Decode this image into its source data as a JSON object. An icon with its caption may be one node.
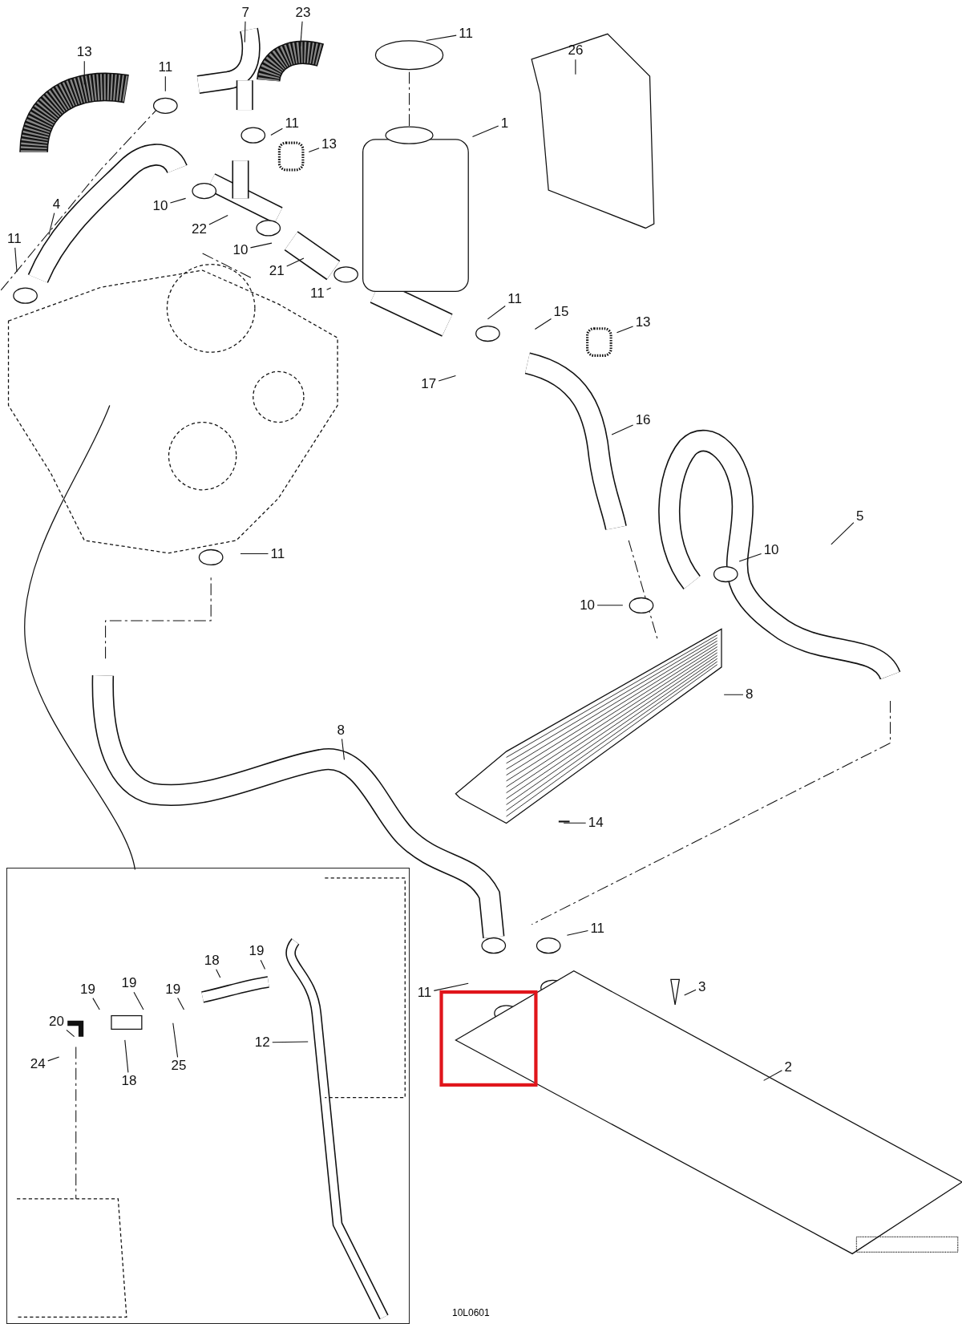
{
  "diagram": {
    "nodes": [
      {
        "text": [
          "7"
        ]
      },
      {
        "text": [
          "23"
        ]
      },
      {
        "text": [
          "11"
        ]
      },
      {
        "text": [
          "26"
        ]
      },
      {
        "text": [
          "13"
        ]
      },
      {
        "text": [
          "11"
        ]
      },
      {
        "text": [
          "1"
        ]
      },
      {
        "text": [
          "11"
        ]
      },
      {
        "text": [
          "13"
        ]
      },
      {
        "text": [
          "4"
        ]
      },
      {
        "text": [
          "10"
        ]
      },
      {
        "text": [
          "22"
        ]
      },
      {
        "text": [
          "11"
        ]
      },
      {
        "text": [
          "10"
        ]
      },
      {
        "text": [
          "21"
        ]
      },
      {
        "text": [
          "11"
        ]
      },
      {
        "text": [
          "11"
        ]
      },
      {
        "text": [
          "15"
        ]
      },
      {
        "text": [
          "13"
        ]
      },
      {
        "text": [
          "17"
        ]
      },
      {
        "text": [
          "16"
        ]
      },
      {
        "text": [
          "5"
        ]
      },
      {
        "text": [
          "10"
        ]
      },
      {
        "text": [
          "11"
        ]
      },
      {
        "text": [
          "10"
        ]
      },
      {
        "text": [
          "8"
        ]
      },
      {
        "text": [
          "8"
        ]
      },
      {
        "text": [
          "14"
        ]
      },
      {
        "text": [],
        "shape": "box"
      },
      {
        "text": [
          "11"
        ]
      },
      {
        "text": [
          "19"
        ],
        "in": 28
      },
      {
        "text": [
          "18"
        ],
        "in": 28
      },
      {
        "text": [
          "19"
        ],
        "in": 28
      },
      {
        "text": [
          "3"
        ]
      },
      {
        "text": [
          "19"
        ],
        "in": 28
      },
      {
        "text": [
          "19"
        ],
        "in": 28
      },
      {
        "text": [
          "11"
        ]
      },
      {
        "text": [
          "20"
        ],
        "in": 28
      },
      {
        "text": [
          "12"
        ],
        "in": 28
      },
      {
        "text": [
          "25"
        ],
        "in": 28
      },
      {
        "text": [
          "24"
        ],
        "in": 28
      },
      {
        "text": [
          "2"
        ]
      },
      {
        "text": [
          "18"
        ],
        "in": 28
      }
    ],
    "edges": [
      {
        "from": 0,
        "to": null,
        "arrow": "none"
      },
      {
        "from": 1,
        "to": null,
        "arrow": "none"
      },
      {
        "from": 2,
        "to": null,
        "arrow": "none"
      },
      {
        "from": 3,
        "to": null,
        "arrow": "none"
      },
      {
        "from": 4,
        "to": null,
        "arrow": "none"
      },
      {
        "from": 5,
        "to": null,
        "arrow": "none"
      },
      {
        "from": 6,
        "to": null,
        "arrow": "none"
      },
      {
        "from": 7,
        "to": null,
        "arrow": "none"
      },
      {
        "from": 8,
        "to": null,
        "arrow": "none"
      },
      {
        "from": 9,
        "to": null,
        "arrow": "none"
      },
      {
        "from": 10,
        "to": null,
        "arrow": "none"
      },
      {
        "from": 11,
        "to": null,
        "arrow": "none"
      },
      {
        "from": 12,
        "to": null,
        "arrow": "none"
      },
      {
        "from": 13,
        "to": null,
        "arrow": "none"
      },
      {
        "from": 14,
        "to": null,
        "arrow": "none"
      },
      {
        "from": 15,
        "to": null,
        "arrow": "none"
      },
      {
        "from": 16,
        "to": null,
        "arrow": "none"
      },
      {
        "from": 17,
        "to": null,
        "arrow": "none"
      },
      {
        "from": 18,
        "to": null,
        "arrow": "none"
      },
      {
        "from": 19,
        "to": null,
        "arrow": "none"
      },
      {
        "from": 20,
        "to": null,
        "arrow": "none"
      },
      {
        "from": 21,
        "to": null,
        "arrow": "none"
      },
      {
        "from": 22,
        "to": null,
        "arrow": "none"
      },
      {
        "from": 23,
        "to": null,
        "arrow": "none"
      },
      {
        "from": 24,
        "to": null,
        "arrow": "none"
      },
      {
        "from": 25,
        "to": null,
        "arrow": "none"
      },
      {
        "from": 26,
        "to": null,
        "arrow": "none"
      },
      {
        "from": 27,
        "to": null,
        "arrow": "none"
      },
      {
        "from": 29,
        "to": null,
        "arrow": "none"
      },
      {
        "from": 30,
        "to": null,
        "arrow": "none"
      },
      {
        "from": 31,
        "to": null,
        "arrow": "none"
      },
      {
        "from": 32,
        "to": null,
        "arrow": "none"
      },
      {
        "from": 33,
        "to": null,
        "arrow": "none"
      },
      {
        "from": 34,
        "to": null,
        "arrow": "none"
      },
      {
        "from": 35,
        "to": null,
        "arrow": "none"
      },
      {
        "from": 36,
        "to": null,
        "arrow": "none"
      },
      {
        "from": 37,
        "to": null,
        "arrow": "none"
      },
      {
        "from": 38,
        "to": null,
        "arrow": "none"
      },
      {
        "from": 39,
        "to": null,
        "arrow": "none"
      },
      {
        "from": 40,
        "to": null,
        "arrow": "none"
      },
      {
        "from": 41,
        "to": null,
        "arrow": "none"
      },
      {
        "from": 42,
        "to": null,
        "arrow": "none"
      }
    ],
    "labels": [
      "10L0601"
    ]
  }
}
